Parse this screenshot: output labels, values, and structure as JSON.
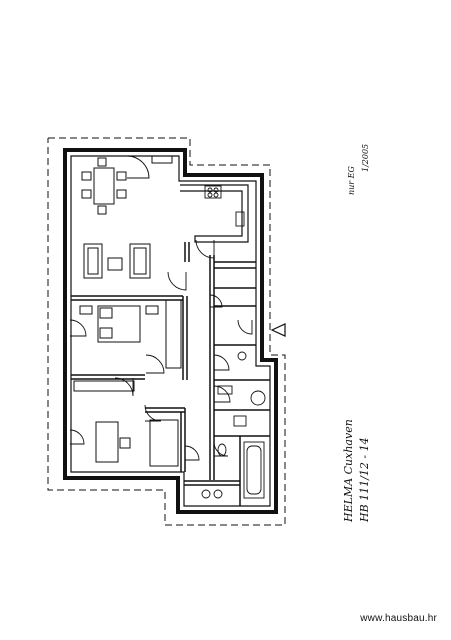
{
  "drawing": {
    "project_label": "HELMA Cuxhaven",
    "plan_code": "HB 111/12 - 14",
    "date_note": "nur EG",
    "date_sub": "1/2005"
  },
  "footer": {
    "website": "www.hausbau.hr"
  },
  "colors": {
    "ink": "#111111",
    "paper": "#ffffff"
  }
}
